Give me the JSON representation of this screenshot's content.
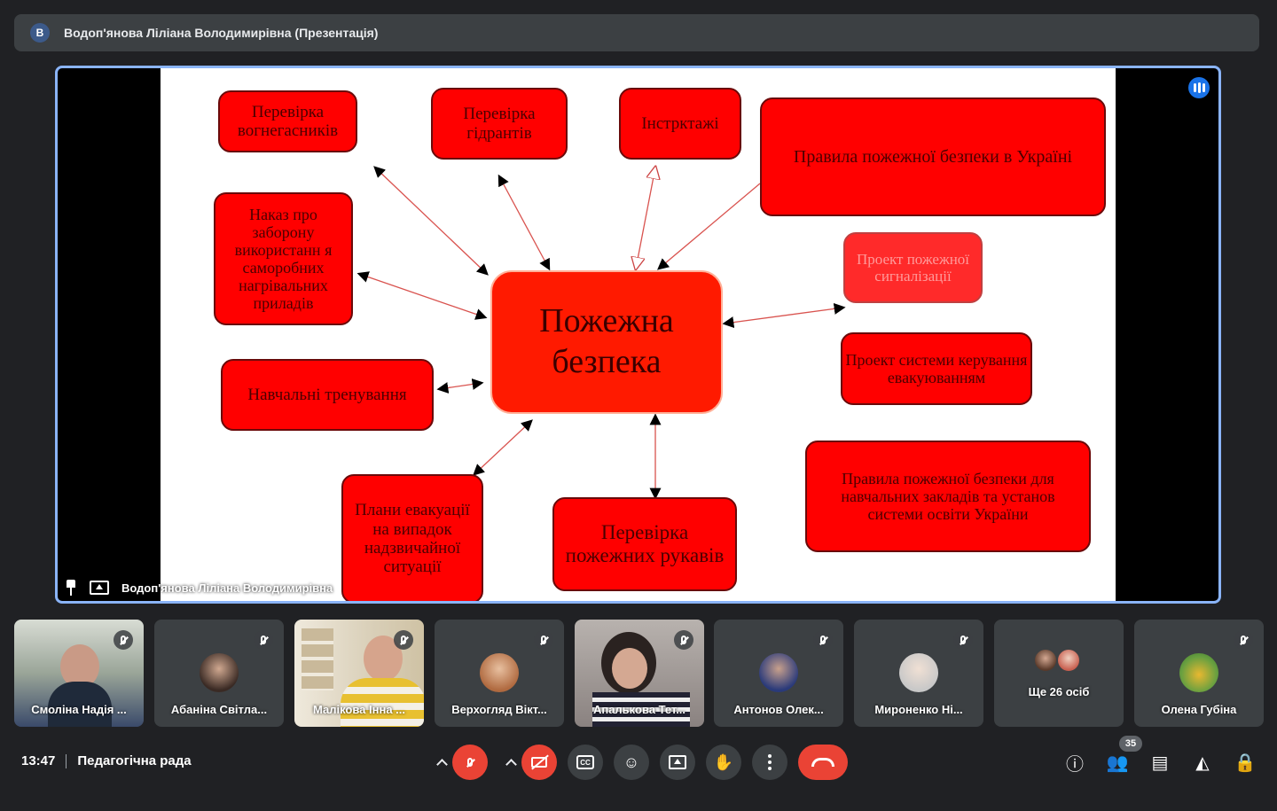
{
  "topbar": {
    "avatar_letter": "В",
    "title": "Водоп'янова Ліліана Володимирівна (Презентація)"
  },
  "stage": {
    "presenter_name": "Водоп'янова Ліліана Володимирівна"
  },
  "slide": {
    "center": "Пожежна безпека",
    "boxes": {
      "b1": "Перевірка вогнегасників",
      "b2": "Перевірка гідрантів",
      "b3": "Інстрктажі",
      "b4": "Правила пожежної безпеки в Україні",
      "b5": "Наказ про заборону використанн я саморобних нагрівальних приладів",
      "b6": "Проект пожежної сигналізації",
      "b7": "Навчальні тренування",
      "b8": "Проект системи керування евакуюванням",
      "b9": "Правила пожежної безпеки для навчальних закладів та установ системи освіти України",
      "b10": "Плани евакуації на випадок надзвичайної ситуації",
      "b11": "Перевірка пожежних рукавів"
    }
  },
  "participants": [
    {
      "name": "Смоліна Надія ...",
      "bg": "#6b7b6a"
    },
    {
      "name": "Абаніна Світла...",
      "bg": "#3c4043"
    },
    {
      "name": "Малікова Інна ...",
      "bg": "#a89a7a"
    },
    {
      "name": "Верхогляд Вікт...",
      "bg": "#3c4043"
    },
    {
      "name": "Апалькова Тет...",
      "bg": "#8a8280"
    },
    {
      "name": "Антонов Олек...",
      "bg": "#3c4043"
    },
    {
      "name": "Мироненко Ні...",
      "bg": "#3c4043"
    },
    {
      "name": "Ще 26 осіб",
      "bg": "#3c4043"
    },
    {
      "name": "Олена Губіна",
      "bg": "#3c4043"
    }
  ],
  "bottom": {
    "time": "13:47",
    "meeting": "Педагогічна рада",
    "participant_count": "35"
  },
  "colors": {
    "accent": "#8ab4f8",
    "danger": "#ea4335",
    "surface": "#3c4043",
    "background": "#202124"
  }
}
